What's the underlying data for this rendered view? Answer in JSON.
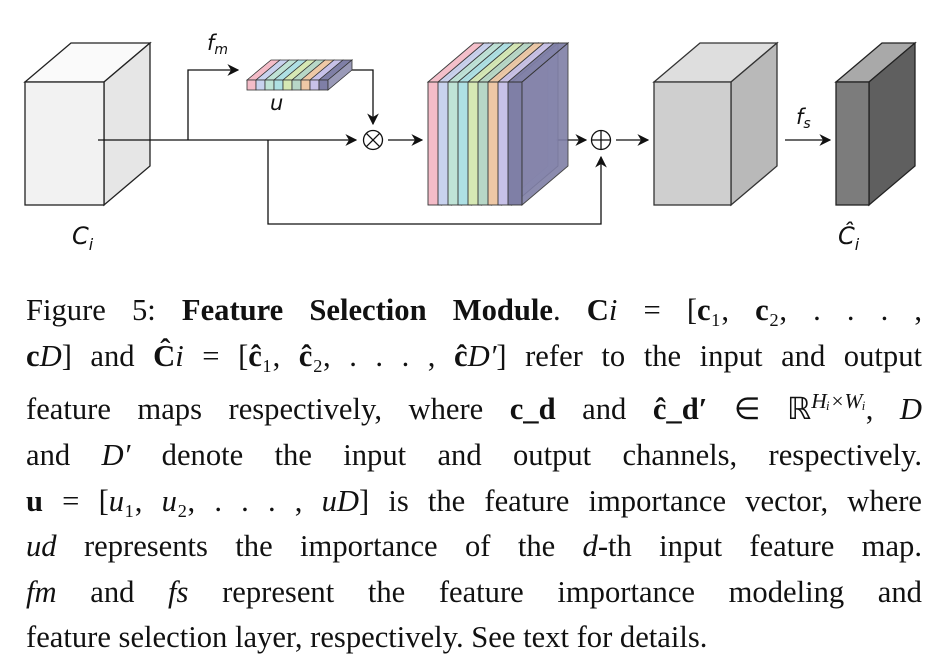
{
  "figure": {
    "labels": {
      "input_map": "C",
      "input_map_sub": "i",
      "output_map": "Ĉ",
      "output_map_sub": "i",
      "fm": "f",
      "fm_sub": "m",
      "fs": "f",
      "fs_sub": "s",
      "u": "u",
      "multiply_op": "⊗",
      "add_op": "⊕"
    },
    "colors": {
      "input_cube": "#f2f2f2",
      "middle_cube": "#cfcfcf",
      "output_cube": "#7c7c7c",
      "channels": [
        "#f4bcc8",
        "#c8d2ee",
        "#bfe3d6",
        "#aee0e4",
        "#d6e8b4",
        "#b7d7c7",
        "#eec8a6",
        "#c7c1e8",
        "#7f7fa6"
      ]
    }
  },
  "caption": {
    "lines": [
      [
        "Figure 5: ",
        "**Feature Selection Module**",
        ".  ",
        "**C**",
        "_i_",
        " = [",
        "**c**",
        "₁",
        ", ",
        "**c**",
        "₂",
        ", . . . ,"
      ],
      [
        "**c**",
        "_D_",
        "] and ",
        "**Ĉ**",
        "_i_",
        " = [",
        "**ĉ**",
        "₁",
        ", ",
        "**ĉ**",
        "₂",
        ", . . . , ",
        "**ĉ**",
        "_D′_",
        "] refer to the input and output"
      ],
      [
        "feature maps respectively, where ",
        "**c_d**",
        " and ",
        "**ĉ_d′**",
        " ∈ ℝ",
        "^Hᵢ×Wᵢ",
        ", ",
        "_D_"
      ],
      [
        "and ",
        "_D′_",
        " denote the input and output channels, respectively."
      ],
      [
        "**u**",
        " = [",
        "_u_",
        "₁",
        ", ",
        "_u_",
        "₂",
        ", . . . , ",
        "_u_",
        "_D_",
        "] is the feature importance vector, where"
      ],
      [
        "_u_",
        "_d_",
        " represents the importance of the ",
        "_d_",
        "-th input feature map."
      ],
      [
        "_f_",
        "_m_",
        " and ",
        "_f_",
        "_s_",
        " represent the feature importance modeling and"
      ],
      [
        "feature selection layer, respectively. See text for details."
      ]
    ]
  }
}
